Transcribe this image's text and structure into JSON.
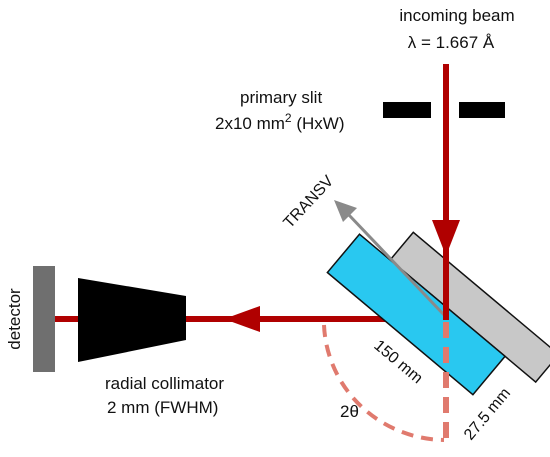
{
  "incoming_beam": {
    "line1": "incoming beam",
    "line2": "λ = 1.667 Å"
  },
  "primary_slit": {
    "line1": "primary slit",
    "line2_a": "2x10 mm",
    "line2_sup": "2",
    "line2_b": " (HxW)"
  },
  "transv_label": "TRANSV",
  "detector_label": "detector",
  "collimator": {
    "line1": "radial collimator",
    "line2": "2 mm (FWHM)"
  },
  "sample": {
    "length_label": "150 mm",
    "width_label": "27.5 mm"
  },
  "angle_label": "2θ",
  "colors": {
    "beam": "#b00000",
    "arc": "#e07a6e",
    "sample_fill": "#29c8f0",
    "holder_fill": "#c8c8c8",
    "detector_fill": "#6f6f6f",
    "arrow_gray": "#8a8a8a",
    "ink": "#111111"
  }
}
